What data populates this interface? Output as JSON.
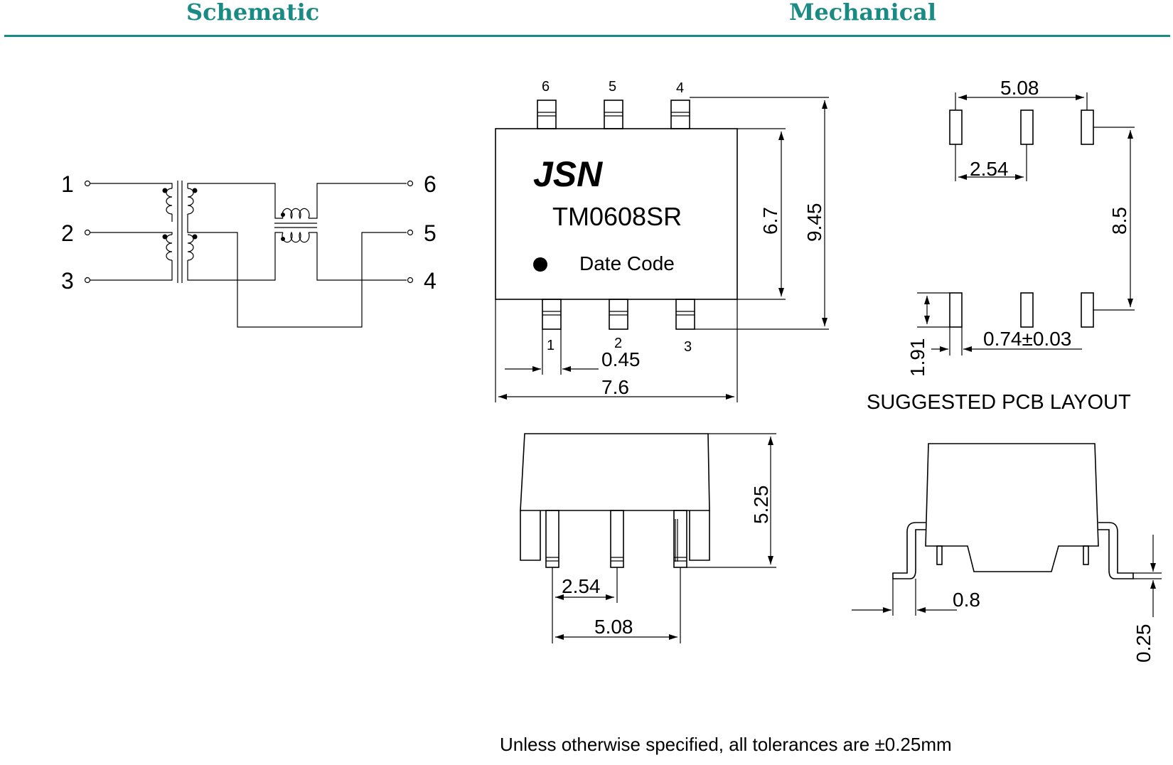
{
  "header": {
    "schematic_title": "Schematic",
    "mechanical_title": "Mechanical",
    "accent_color": "#1a8a85"
  },
  "schematic": {
    "pins_left": [
      "1",
      "2",
      "3"
    ],
    "pins_right": [
      "6",
      "5",
      "4"
    ]
  },
  "top_view": {
    "logo_text": "JSN",
    "part_number": "TM0608SR",
    "date_code_label": "Date Code",
    "pins_top": [
      "6",
      "5",
      "4"
    ],
    "pins_bottom": [
      "1",
      "2",
      "3"
    ],
    "dim_lead_width": "0.45",
    "dim_body_width": "7.6",
    "dim_body_height": "6.7",
    "dim_overall_height": "9.45"
  },
  "pcb_layout": {
    "title": "SUGGESTED PCB LAYOUT",
    "dim_row_span": "5.08",
    "dim_pitch": "2.54",
    "dim_row_distance": "8.5",
    "dim_pad_length": "1.91",
    "dim_pad_width": "0.74±0.03"
  },
  "front_view": {
    "dim_height": "5.25",
    "dim_pitch": "2.54",
    "dim_span": "5.08"
  },
  "side_view": {
    "dim_foot": "0.8",
    "dim_lead_thickness": "0.25"
  },
  "footer": {
    "note": "Unless otherwise specified, all tolerances are ±0.25mm"
  }
}
